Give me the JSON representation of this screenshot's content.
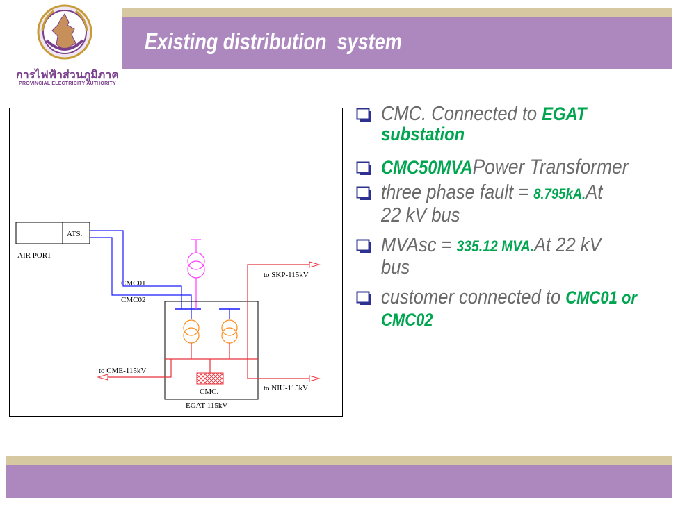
{
  "header": {
    "title": "Existing distribution  system"
  },
  "logo": {
    "thai_name": "การไฟฟ้าส่วนภูมิภาค",
    "english_name": "PROVINCIAL ELECTRICITY AUTHORITY",
    "colors": {
      "primary": "#7a3f8c",
      "accent": "#c79b35"
    }
  },
  "diagram": {
    "ats_label": "ATS.",
    "airport_label": "AIR PORT",
    "feeder1_label": "CMC01",
    "feeder2_label": "CMC02",
    "skp_label": "to SKP-115kV",
    "cme_label": "to CME-115kV",
    "niu_label": "to NIU-115kV",
    "substation_label": "CMC.",
    "egat_label": "EGAT-115kV"
  },
  "bullets": [
    {
      "pre": "CMC. Connected to ",
      "hl": "EGAT",
      "line2_hl": "substation",
      "line2_post": ""
    },
    {
      "pre": "",
      "hl": "CMC50MVA",
      "post": "Power Transformer"
    },
    {
      "pre": "three phase fault = ",
      "hl": "8.795kA.",
      "post": "At",
      "line2_post": "22 kV bus"
    },
    {
      "pre": " MVAsc = ",
      "hl": "335.12 MVA.",
      "post": "At 22 kV",
      "line2_post": "bus"
    },
    {
      "pre": " customer connected to ",
      "hl": "CMC01 or",
      "line2_hl": "CMC02",
      "line2_post": ""
    }
  ],
  "colors": {
    "band": "#ad88bf",
    "strip": "#d6c8a0",
    "highlight": "#00a64f",
    "bullet_text": "#6a6a6a",
    "bullet_box": "#2e3192",
    "feeder_line": "#1a1aff",
    "transformer": "#ff40ff",
    "bus": "#e8313a"
  }
}
